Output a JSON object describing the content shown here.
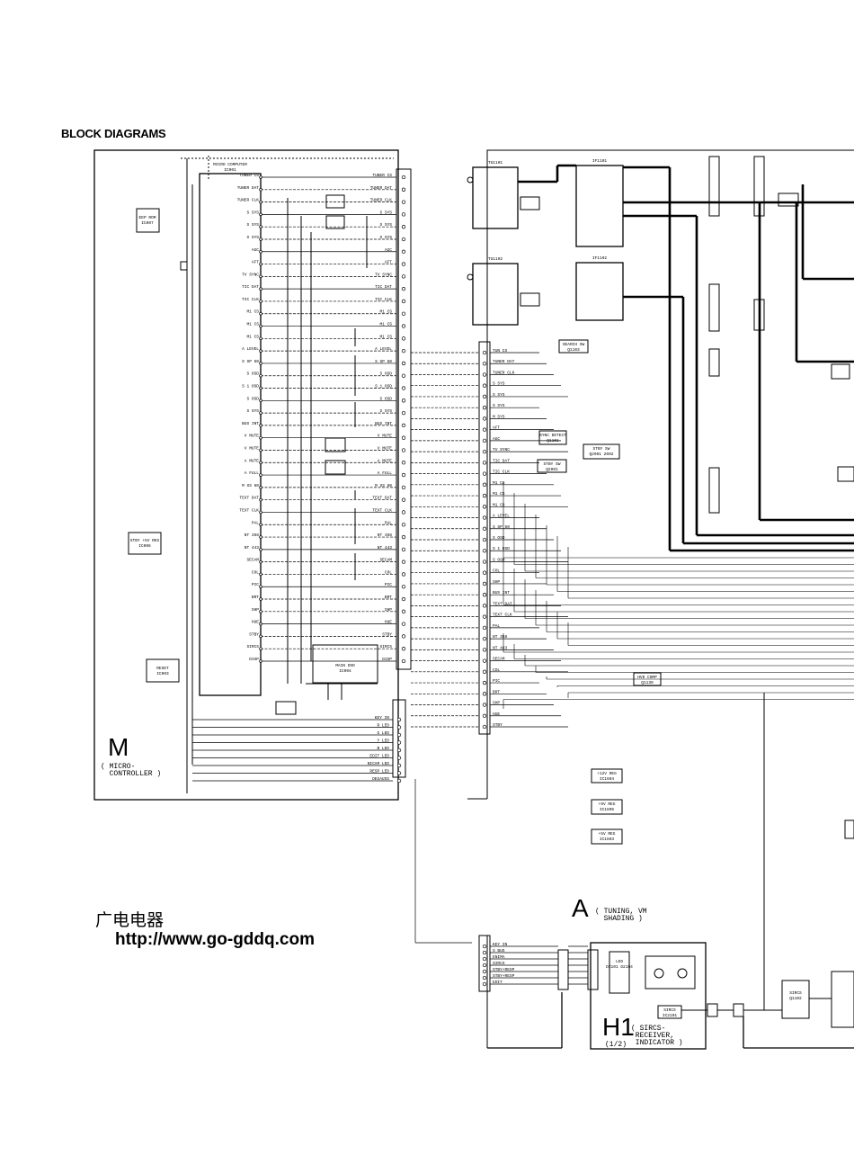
{
  "page": {
    "title": "BLOCK DIAGRAMS"
  },
  "sections": {
    "m": {
      "letter": "M",
      "sub": "( MICRO-\n  CONTROLLER )"
    },
    "a": {
      "letter": "A",
      "sub": "( TUNING, VM\n  SHADING )"
    },
    "h1": {
      "letter": "H1",
      "part": "(1/2)",
      "sub": "( SIRCS-\n RECEIVER,\n INDICATOR )"
    }
  },
  "watermark": {
    "chinese": "广电电器",
    "url": "http://www.go-gddq.com"
  },
  "blocks": {
    "micro_computer": {
      "label": "MICRO COMPUTER",
      "ref": "IC001"
    },
    "main_osd": {
      "label": "MAIN OSD",
      "ref": "IC004"
    },
    "reset": {
      "label": "RESET",
      "ref": "IC003"
    },
    "stby_reg": {
      "label": "STBY +5V REG",
      "ref": "IC006"
    },
    "eep_rom": {
      "label": "EEP ROM",
      "ref": "IC007"
    },
    "tuner_1": {
      "label": "TU1101"
    },
    "tuner_2": {
      "label": "TU1102"
    },
    "if_1": {
      "label": "IF1101"
    },
    "if_2": {
      "label": "IF1102"
    },
    "search_sw": {
      "label": "SEARCH SW",
      "ref": "Q1103"
    },
    "sync_detect": {
      "label": "SYNC DETECT",
      "ref": "Q1101"
    },
    "stby_sw_1": {
      "label": "STBY SW",
      "ref": "Q2901"
    },
    "stby_sw_2": {
      "label": "STBY SW",
      "ref": "Q2001 2002"
    },
    "hvd_comp": {
      "label": "HVD COMP",
      "ref": "Q1139"
    },
    "reg_12v": {
      "label": "+12V REG",
      "ref": "IC1604"
    },
    "reg_9v": {
      "label": "+9V REG",
      "ref": "IC1605"
    },
    "reg_5v": {
      "label": "+5V REG",
      "ref": "IC1603"
    },
    "led_block": {
      "label": "LED",
      "ref": "D2101 D2104"
    },
    "sircs_block": {
      "label": "SIRCS",
      "ref": "IC2101"
    },
    "sircs_right": {
      "label": "SIRCS",
      "ref": "Q1102"
    }
  },
  "pins_left": [
    "TUNER CS",
    "TUNER DAT",
    "TUNER CLK",
    "S SYS",
    "S SYS",
    "S SYS",
    "AGC",
    "AFT",
    "TV SYNC",
    "TIC DAT",
    "TIC CLK",
    "M1 CS",
    "M1 CS",
    "M1 CS",
    "A LEVEL",
    "S SP 50",
    "S OSD",
    "S 1 OSD",
    "S OSD",
    "S SYS",
    "BUS INT",
    "V MUTE",
    "V MUTE",
    "A MUTE",
    "A FULL",
    "M SS 60",
    "TEXT DAT",
    "TEXT CLK",
    "PAL",
    "NT 358",
    "NT 443",
    "SECAM",
    "COL",
    "PIC",
    "BRT",
    "SHP",
    "HUE",
    "STBY",
    "SIRCS",
    "DISP"
  ],
  "pins_a": [
    "TUN CS",
    "TUNER DAT",
    "TUNER CLK",
    "S SYS",
    "S SYS",
    "S SYS",
    "M SYS",
    "AFT",
    "AGC",
    "TV SYNC",
    "TIC DAT",
    "TIC CLK",
    "M1 CS",
    "M1 CS",
    "M1 CS",
    "A LEVEL",
    "S SP 50",
    "S OSD",
    "S 1 OSD",
    "S OSD",
    "COL",
    "SHP",
    "BUS INT",
    "TEXT DAT",
    "TEXT CLK",
    "PAL",
    "NT 358",
    "NT 443",
    "SECAM",
    "COL",
    "PIC",
    "BRT",
    "SHP",
    "HUE",
    "STBY"
  ],
  "pins_bottom": [
    "KEY IN",
    "R LED",
    "G LED",
    "Y LED",
    "B LED",
    "EDIT LED",
    "NICAM LED",
    "RESP LED",
    "DEGAUSS"
  ],
  "pins_h1": [
    "KEY IN",
    "S BUS",
    "ENIMA",
    "SIRCS",
    "STBY+RESP",
    "STBY+RESP",
    "EDIT"
  ],
  "colors": {
    "ink": "#000000",
    "paper": "#ffffff"
  }
}
